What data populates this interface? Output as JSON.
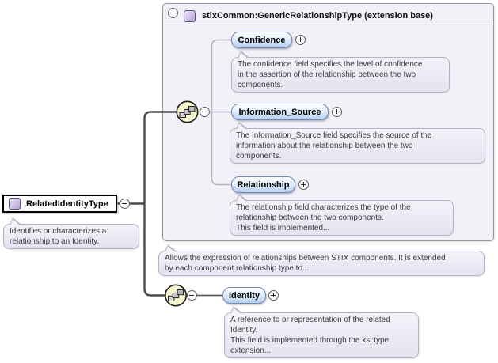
{
  "diagram_type": "xml-schema-diagram",
  "root": {
    "label": "RelatedIdentityType",
    "note": "Identifies or characterizes a\nrelationship to an Identity."
  },
  "extension": {
    "title": "stixCommon:GenericRelationshipType (extension base)",
    "note": "Allows the expression of relationships between STIX components. It is extended\nby each component relationship type to...",
    "elements": [
      {
        "name": "Confidence",
        "note": "The confidence field specifies the level of confidence\nin the assertion of the relationship between the two\ncomponents."
      },
      {
        "name": "Information_Source",
        "note": "The Information_Source field specifies the source of the\ninformation about the relationship between the two\ncomponents."
      },
      {
        "name": "Relationship",
        "note": "The relationship field characterizes the type of the\nrelationship between the two components.\nThis field is implemented..."
      }
    ]
  },
  "identity": {
    "name": "Identity",
    "note": "A reference to or representation of the related\nIdentity.\nThis field is implemented through the xsi:type\nextension..."
  },
  "icons": {
    "complex_type": "purple-square",
    "compositor": "sequence",
    "collapse": "minus-circle",
    "expand": "plus-circle"
  },
  "colors": {
    "element_fill": "#b7d0ef",
    "element_border": "#7088b5",
    "note_fill": "#e8e5f1",
    "note_border": "#b4b1c6",
    "extension_fill": "#f3f1f8",
    "extension_border": "#98959e",
    "complex_type_purple": "#b4a4d4",
    "sequence_yellow": "#f7f7d2",
    "wire_dark": "#4a4a4a",
    "wire_light": "#b2afbe"
  }
}
